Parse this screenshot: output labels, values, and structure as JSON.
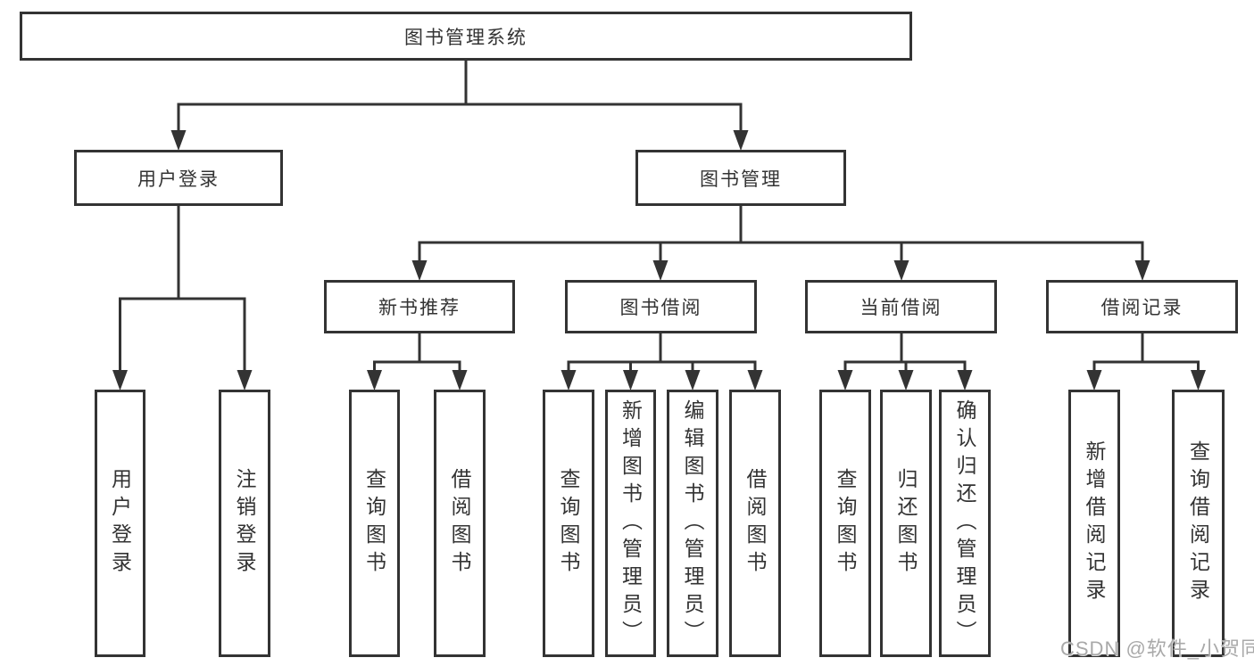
{
  "title": "图书管理系统",
  "colors": {
    "line": "#333333",
    "box_border": "#333333",
    "text": "#333333",
    "watermark": "#a9a9a9",
    "background": "#ffffff"
  },
  "tree": {
    "label": "图书管理系统",
    "children": [
      {
        "label": "用户登录",
        "children": [
          {
            "label": "用户登录"
          },
          {
            "label": "注销登录"
          }
        ]
      },
      {
        "label": "图书管理",
        "children": [
          {
            "label": "新书推荐",
            "children": [
              {
                "label": "查询图书"
              },
              {
                "label": "借阅图书"
              }
            ]
          },
          {
            "label": "图书借阅",
            "children": [
              {
                "label": "查询图书"
              },
              {
                "label": "新增图书（管理员）"
              },
              {
                "label": "编辑图书（管理员）"
              },
              {
                "label": "借阅图书"
              }
            ]
          },
          {
            "label": "当前借阅",
            "children": [
              {
                "label": "查询图书"
              },
              {
                "label": "归还图书"
              },
              {
                "label": "确认归还（管理员）"
              }
            ]
          },
          {
            "label": "借阅记录",
            "children": [
              {
                "label": "新增借阅记录"
              },
              {
                "label": "查询借阅记录"
              }
            ]
          }
        ]
      }
    ]
  },
  "watermark": {
    "text": "CSDN @软件_小贺同学"
  }
}
